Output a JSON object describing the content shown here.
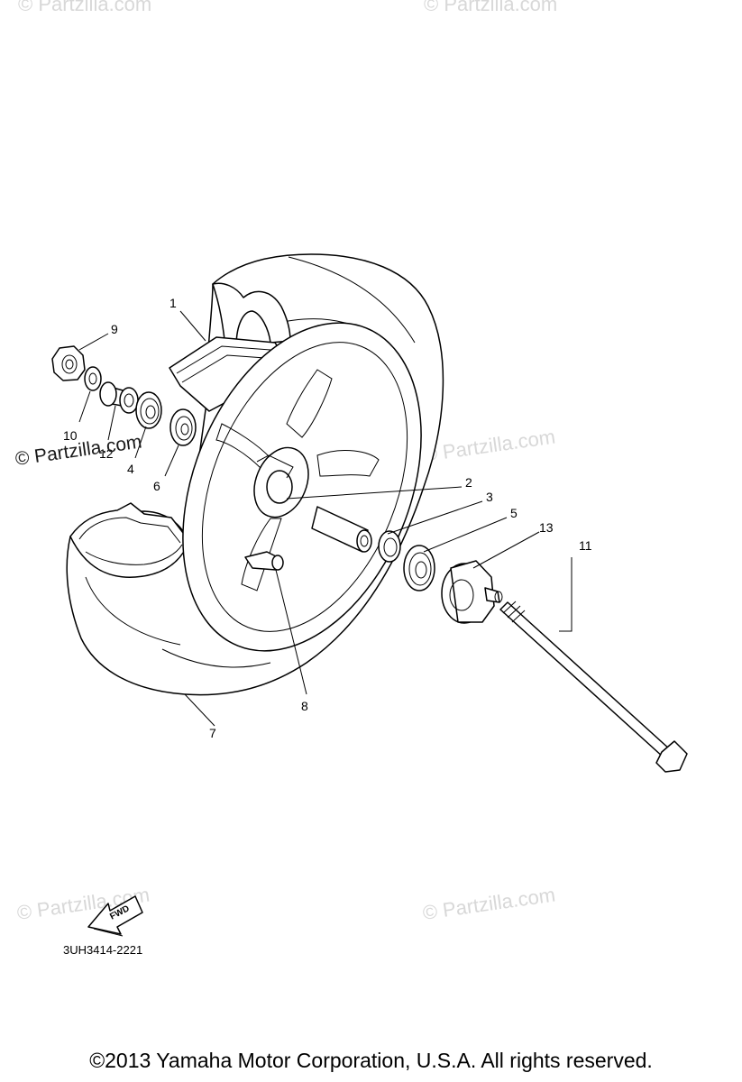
{
  "diagram": {
    "drawing_code": "3UH3414-2221",
    "fwd_label": "FWD",
    "copyright": "©2013 Yamaha Motor Corporation, U.S.A. All rights reserved.",
    "watermarks": {
      "top_left": "© Partzilla.com",
      "top_right": "© Partzilla.com",
      "mid_left": "© Partzilla.com",
      "mid_right": "© Partzilla.com",
      "bottom_left": "© Partzilla.com",
      "bottom_right": "© Partzilla.com"
    },
    "callouts": {
      "c1": "1",
      "c2": "2",
      "c3": "3",
      "c4": "4",
      "c5": "5",
      "c6": "6",
      "c7": "7",
      "c8": "8",
      "c9": "9",
      "c10": "10",
      "c11": "11",
      "c12": "12",
      "c13": "13"
    }
  }
}
